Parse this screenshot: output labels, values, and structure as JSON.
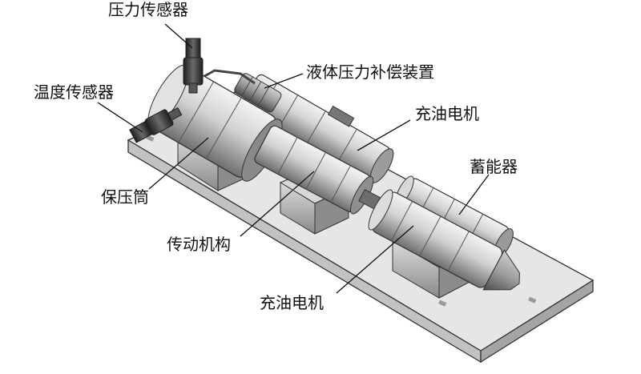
{
  "labels": {
    "pressure_sensor": "压力传感器",
    "compensator": "液体压力补偿装置",
    "temperature_sensor": "温度传感器",
    "charging_motor_top": "充油电机",
    "accumulator": "蓄能器",
    "pressure_cylinder": "保压筒",
    "transmission": "传动机构",
    "charging_motor_bottom": "充油电机"
  },
  "colors": {
    "plate_top": "#e6e6e6",
    "plate_side": "#bdbdbd",
    "metal_light": "#efefef",
    "metal_mid": "#b4b4b4",
    "metal_dark": "#5a5a5a",
    "sensor_dark": "#333333",
    "leader": "#111111"
  }
}
